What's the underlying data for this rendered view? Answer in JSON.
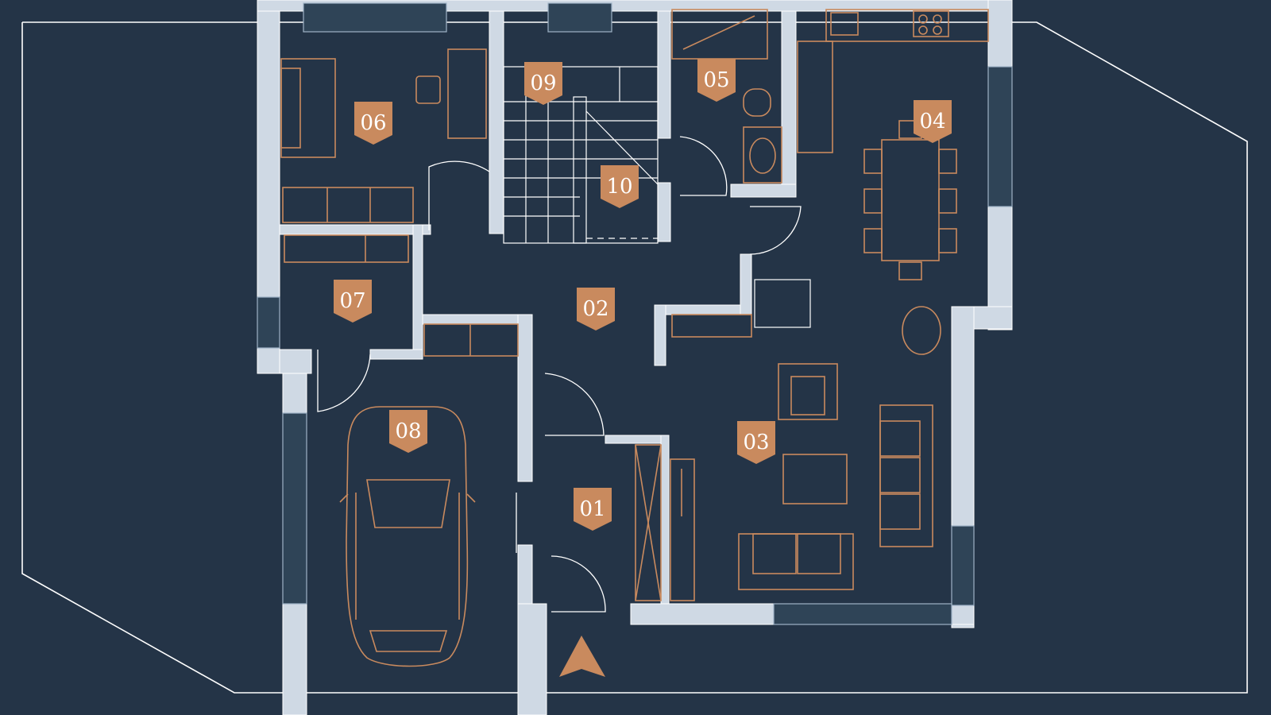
{
  "colors": {
    "background": "#243447",
    "tag": "#c98a5e",
    "wall": "#cfd9e4",
    "furniture": "#c98a5e",
    "lines": "#ffffff"
  },
  "rooms": [
    {
      "id": "01",
      "label": "01"
    },
    {
      "id": "02",
      "label": "02"
    },
    {
      "id": "03",
      "label": "03"
    },
    {
      "id": "04",
      "label": "04"
    },
    {
      "id": "05",
      "label": "05"
    },
    {
      "id": "06",
      "label": "06"
    },
    {
      "id": "07",
      "label": "07"
    },
    {
      "id": "08",
      "label": "08"
    },
    {
      "id": "09",
      "label": "09"
    },
    {
      "id": "10",
      "label": "10"
    }
  ],
  "entrance_marker": "arrow-up-icon"
}
